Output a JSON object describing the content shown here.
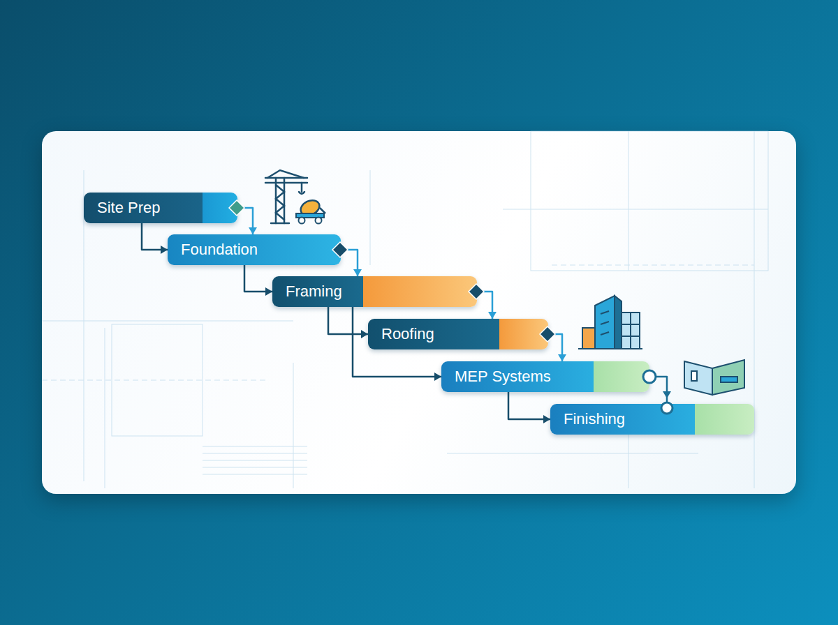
{
  "diagram": {
    "nodes": [
      {
        "text": [
          "Site Prep"
        ]
      },
      {
        "text": [
          "Foundation"
        ]
      },
      {
        "text": [
          "Framing"
        ]
      },
      {
        "text": [
          "Roofing"
        ]
      },
      {
        "text": [
          "MEP Systems"
        ]
      },
      {
        "text": [
          "Finishing"
        ]
      }
    ],
    "edges": [
      {
        "from": 0,
        "to": 1,
        "arrow": "to"
      },
      {
        "from": 0,
        "to": 1,
        "arrow": "to"
      },
      {
        "from": 1,
        "to": 2,
        "arrow": "to"
      },
      {
        "from": 1,
        "to": 2,
        "arrow": "to"
      },
      {
        "from": 2,
        "to": 3,
        "arrow": "to"
      },
      {
        "from": 2,
        "to": 3,
        "arrow": "to"
      },
      {
        "from": 2,
        "to": 4,
        "arrow": "to"
      },
      {
        "from": 3,
        "to": 4,
        "arrow": "to"
      },
      {
        "from": 4,
        "to": 5,
        "arrow": "to"
      },
      {
        "from": 4,
        "to": 5,
        "arrow": "to"
      }
    ]
  }
}
